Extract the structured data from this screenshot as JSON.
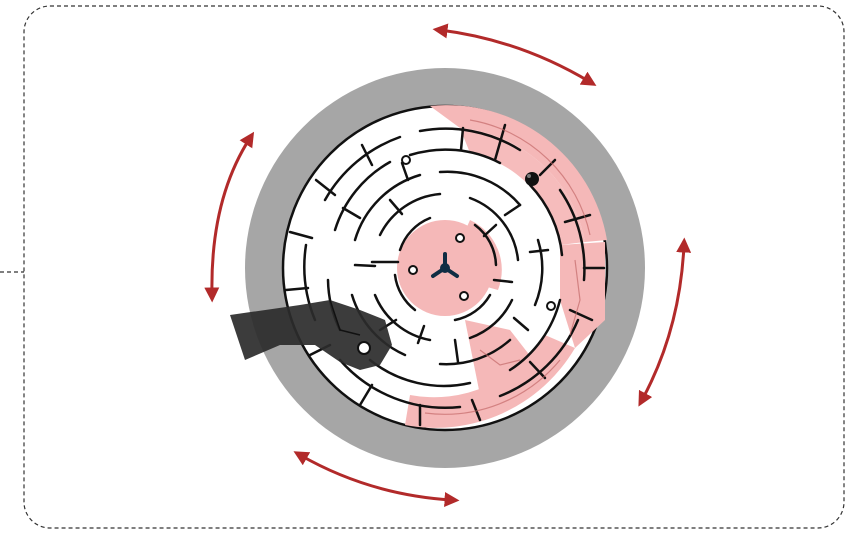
{
  "puzzle": {
    "type": "circular-rotating-maze",
    "ring_count": 4,
    "rotation_controls": [
      {
        "name": "top",
        "direction": "bidirectional"
      },
      {
        "name": "right",
        "direction": "bidirectional"
      },
      {
        "name": "bottom",
        "direction": "bidirectional"
      },
      {
        "name": "left",
        "direction": "bidirectional"
      }
    ],
    "icons": [
      "rotate-arrow-icon",
      "goal-tri-icon",
      "ball-icon",
      "pivot-node-icon",
      "hand-pointer-icon"
    ]
  },
  "colors": {
    "frame_border": "#333333",
    "outer_ring": "#a6a6a6",
    "maze_bg": "#ffffff",
    "path_highlight": "#f5b8b8",
    "wall": "#111111",
    "arrow": "#b22a2a",
    "goal": "#0f2d44",
    "hand": "#2b2b2b"
  }
}
